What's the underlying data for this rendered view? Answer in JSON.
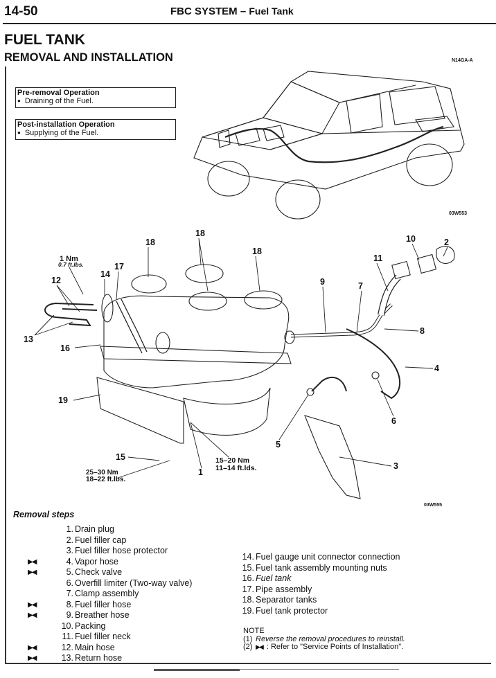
{
  "header": {
    "page_number": "14-50",
    "section": "FBC SYSTEM",
    "separator": "–",
    "subsection": "Fuel Tank"
  },
  "title": "FUEL TANK",
  "subtitle": "REMOVAL AND INSTALLATION",
  "section_code": "N14GA-A",
  "pre_removal": {
    "title": "Pre-removal Operation",
    "item": "Draining of the Fuel."
  },
  "post_installation": {
    "title": "Post-installation Operation",
    "item": "Supplying of the Fuel."
  },
  "figures": {
    "vehicle": {
      "code": "03W553"
    },
    "exploded": {
      "code": "03W555",
      "callouts": [
        "1",
        "2",
        "3",
        "4",
        "5",
        "6",
        "7",
        "8",
        "9",
        "10",
        "11",
        "12",
        "13",
        "14",
        "15",
        "16",
        "17",
        "18",
        "19"
      ],
      "torque": {
        "gauge_unit": {
          "nm": "1 Nm",
          "ftlbs": "0.7 ft.lbs."
        },
        "drain_plug": {
          "nm": "15–20 Nm",
          "ftlbs": "11–14 ft.lds."
        },
        "mount_nuts": {
          "nm": "25–30 Nm",
          "ftlbs": "18–22 ft.lbs."
        }
      }
    }
  },
  "removal_steps_title": "Removal steps",
  "service_mark": "▶◀",
  "removal_steps": [
    {
      "num": "1.",
      "label": "Drain plug",
      "marked": false
    },
    {
      "num": "2.",
      "label": "Fuel filler cap",
      "marked": false
    },
    {
      "num": "3.",
      "label": "Fuel filler hose protector",
      "marked": false
    },
    {
      "num": "4.",
      "label": "Vapor hose",
      "marked": true
    },
    {
      "num": "5.",
      "label": "Check valve",
      "marked": true
    },
    {
      "num": "6.",
      "label": "Overfill limiter (Two-way valve)",
      "marked": false
    },
    {
      "num": "7.",
      "label": "Clamp assembly",
      "marked": false
    },
    {
      "num": "8.",
      "label": "Fuel filler hose",
      "marked": true
    },
    {
      "num": "9.",
      "label": "Breather hose",
      "marked": true
    },
    {
      "num": "10.",
      "label": "Packing",
      "marked": false
    },
    {
      "num": "11.",
      "label": "Fuel filler neck",
      "marked": false
    },
    {
      "num": "12.",
      "label": "Main hose",
      "marked": true
    },
    {
      "num": "13.",
      "label": "Return hose",
      "marked": true
    }
  ],
  "removal_steps_2": [
    {
      "num": "14.",
      "label": "Fuel gauge unit connector connection",
      "italic": false
    },
    {
      "num": "15.",
      "label": "Fuel tank assembly mounting nuts",
      "italic": false
    },
    {
      "num": "16.",
      "label": "Fuel tank",
      "italic": true
    },
    {
      "num": "17.",
      "label": "Pipe assembly",
      "italic": false
    },
    {
      "num": "18.",
      "label": "Separator tanks",
      "italic": false
    },
    {
      "num": "19.",
      "label": "Fuel tank protector",
      "italic": false
    }
  ],
  "note": {
    "title": "NOTE",
    "items": [
      {
        "num": "(1)",
        "text": "Reverse the removal procedures to reinstall."
      },
      {
        "num": "(2)",
        "text": ": Refer to \"Service Points of Installation\"."
      }
    ]
  }
}
